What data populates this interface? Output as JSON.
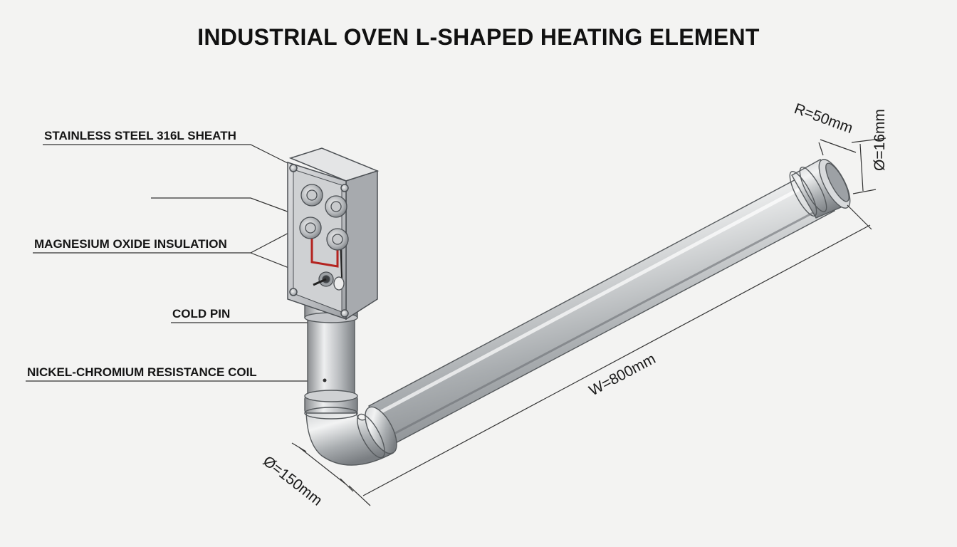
{
  "title": "INDUSTRIAL OVEN L-SHAPED HEATING ELEMENT",
  "callouts": {
    "sheath": "STAINLESS STEEL 316L SHEATH",
    "insulation": "MAGNESIUM OXIDE INSULATION",
    "cold_pin": "COLD PIN",
    "coil": "NICKEL-CHROMIUM RESISTANCE COIL"
  },
  "dimensions": {
    "bend_radius": "R=50mm",
    "tube_diameter": "Ø=16mm",
    "length": "W=800mm",
    "base_diameter": "Ø=150mm"
  },
  "colors": {
    "metal_light": "#e6e7e8",
    "metal_mid": "#b9bcbf",
    "metal_dark": "#7f8386",
    "wire_red": "#b4231f",
    "line": "#333333"
  }
}
